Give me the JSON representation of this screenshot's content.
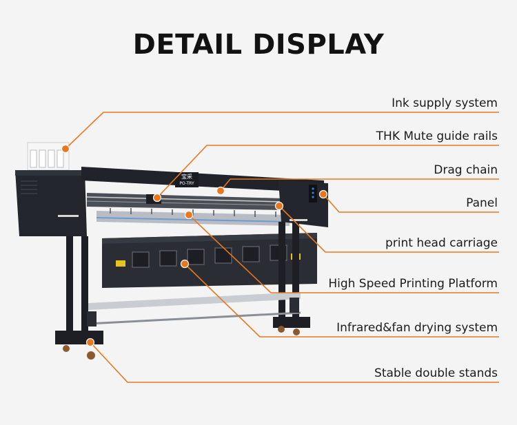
{
  "page": {
    "title": "DETAIL DISPLAY",
    "accent_color": "#e8771e",
    "background_color": "#f4f4f4"
  },
  "printer": {
    "brand_cn": "宝采",
    "brand": "PO-TRY"
  },
  "callouts": [
    {
      "label": "Ink supply system"
    },
    {
      "label": "THK Mute guide rails"
    },
    {
      "label": "Drag chain"
    },
    {
      "label": "Panel"
    },
    {
      "label": "print head carriage"
    },
    {
      "label": "High Speed Printing Platform"
    },
    {
      "label": "Infrared&fan drying system"
    },
    {
      "label": "Stable double stands"
    }
  ]
}
